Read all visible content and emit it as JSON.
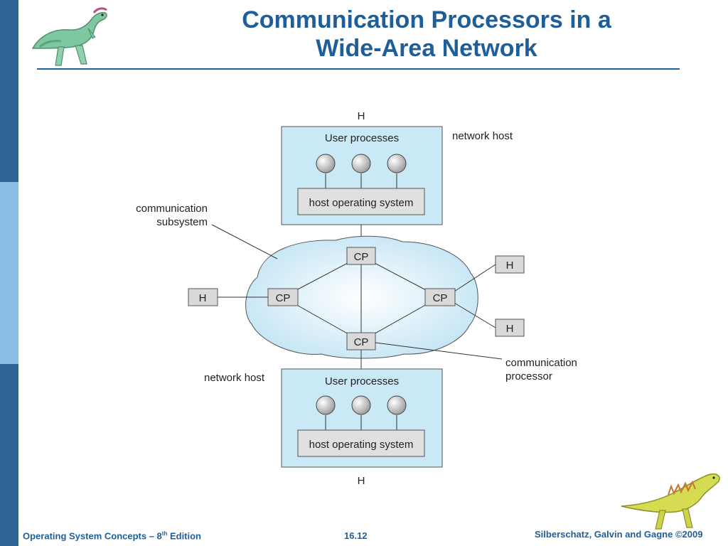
{
  "title": {
    "line1": "Communication Processors in a",
    "line2": "Wide-Area Network"
  },
  "diagram": {
    "top_host": {
      "h_label": "H",
      "user_processes": "User processes",
      "host_os": "host operating system",
      "network_host": "network host"
    },
    "bottom_host": {
      "h_label": "H",
      "user_processes": "User processes",
      "host_os": "host operating system",
      "network_host": "network host"
    },
    "cp_label": "CP",
    "h_label": "H",
    "comm_subsystem": [
      "communication",
      "subsystem"
    ],
    "comm_processor": [
      "communication",
      "processor"
    ]
  },
  "footer": {
    "left_text": "Operating System Concepts – 8",
    "left_sup": "th",
    "left_suffix": " Edition",
    "page": "16.12",
    "right": "Silberschatz, Galvin and Gagne ©2009"
  },
  "colors": {
    "accent": "#1f5f99",
    "host_box_fill": "#c9e9f7",
    "cloud_fill": "#d6eef9",
    "node_fill": "#d9d9d9"
  },
  "icons": [
    "dinosaur-top-left-icon",
    "dinosaur-bottom-right-icon"
  ]
}
